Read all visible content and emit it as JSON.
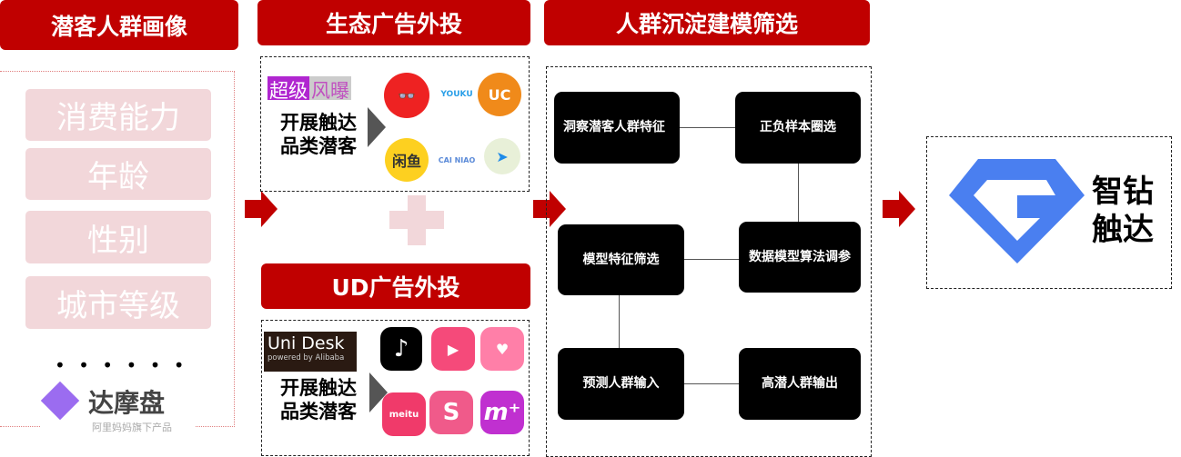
{
  "col1": {
    "title": "潜客人群画像",
    "tags": [
      "消费能力",
      "年龄",
      "性别",
      "城市等级"
    ],
    "dots": "• • • • • •",
    "logo_name": "达摩盘",
    "logo_sub": "阿里妈妈旗下产品"
  },
  "col2": {
    "title1": "生态广告外投",
    "badge_a": "超级",
    "badge_b": "风曝",
    "text_a": "开展触达",
    "text_b": "品类潜客",
    "title2": "UD广告外投",
    "unidesk": "Uni Desk",
    "unidesk_sub": "powered by Alibaba",
    "apps1": [
      "youku",
      "uc",
      "xianyu",
      "cainiao",
      "amap"
    ],
    "youku": "YOUKU",
    "xianyu": "闲鱼",
    "cainiao": "CAI NIAO",
    "meitu": "meitu"
  },
  "col3": {
    "title": "人群沉淀建模筛选",
    "steps": [
      "洞察潜客人群特征",
      "正负样本圈选",
      "数据模型算法调参",
      "模型特征筛选",
      "预测人群输入",
      "高潜人群输出"
    ]
  },
  "col4": {
    "line1": "智钻",
    "line2": "触达"
  },
  "colors": {
    "red": "#c00000",
    "pink": "#f2d7da",
    "blue": "#4a7ff0"
  }
}
